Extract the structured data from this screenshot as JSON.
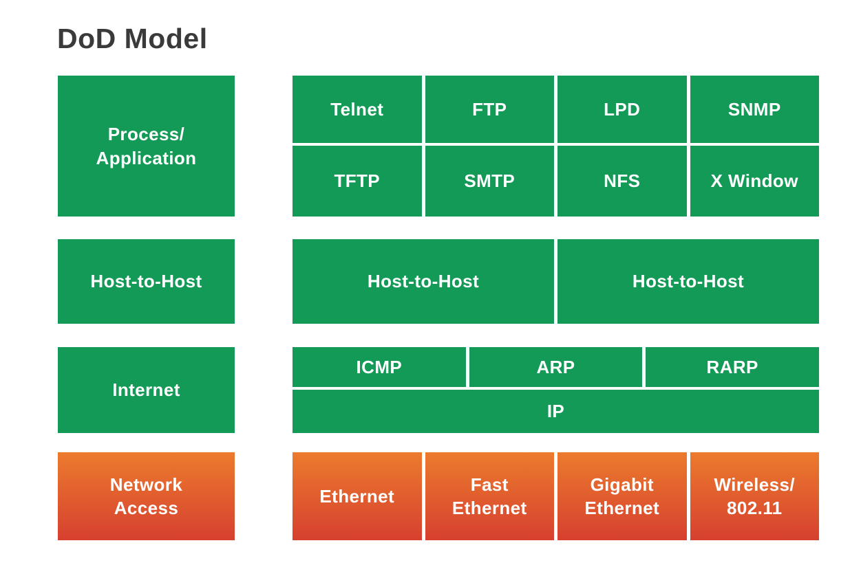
{
  "title": "DoD Model",
  "colors": {
    "green": "#149a57",
    "orange_top": "#ec7b2e",
    "orange_bottom": "#d6402f",
    "title": "#3a3a3a",
    "cell_text": "#ffffff",
    "background": "#ffffff"
  },
  "dod_layers": [
    {
      "id": "process-application",
      "label": [
        "Process/",
        "Application"
      ]
    },
    {
      "id": "host-to-host",
      "label": "Host-to-Host"
    },
    {
      "id": "internet",
      "label": "Internet"
    },
    {
      "id": "network-access",
      "label": [
        "Network",
        "Access"
      ]
    }
  ],
  "protocol_grid": {
    "application_row1": [
      "Telnet",
      "FTP",
      "LPD",
      "SNMP"
    ],
    "application_row2": [
      "TFTP",
      "SMTP",
      "NFS",
      "X Window"
    ],
    "host_to_host_row": [
      "Host-to-Host",
      "Host-to-Host"
    ],
    "internet_row1": [
      "ICMP",
      "ARP",
      "RARP"
    ],
    "internet_row2": [
      "IP"
    ],
    "network_access_row": [
      "Ethernet",
      [
        "Fast",
        "Ethernet"
      ],
      [
        "Gigabit",
        "Ethernet"
      ],
      [
        "Wireless/",
        "802.11"
      ]
    ]
  }
}
